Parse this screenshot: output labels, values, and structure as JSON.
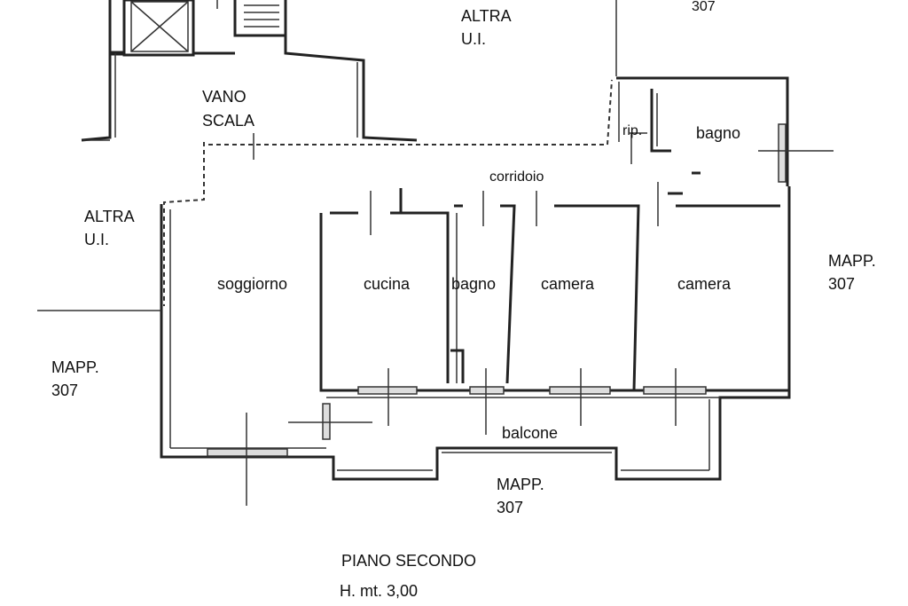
{
  "labels": {
    "altra_ui_top": [
      "ALTRA",
      "U.I."
    ],
    "mapp_top_right": "307",
    "vano_scala": [
      "VANO",
      "SCALA"
    ],
    "rip": "rip.",
    "bagno_top": "bagno",
    "corridoio": "corridoio",
    "altra_ui_left": [
      "ALTRA",
      "U.I."
    ],
    "soggiorno": "soggiorno",
    "cucina": "cucina",
    "bagno_mid": "bagno",
    "camera_1": "camera",
    "camera_2": "camera",
    "mapp_right": [
      "MAPP.",
      "307"
    ],
    "mapp_left": [
      "MAPP.",
      "307"
    ],
    "balcone": "balcone",
    "mapp_bottom": [
      "MAPP.",
      "307"
    ],
    "floor_title": "PIANO SECONDO",
    "floor_height": "H. mt. 3,00"
  }
}
